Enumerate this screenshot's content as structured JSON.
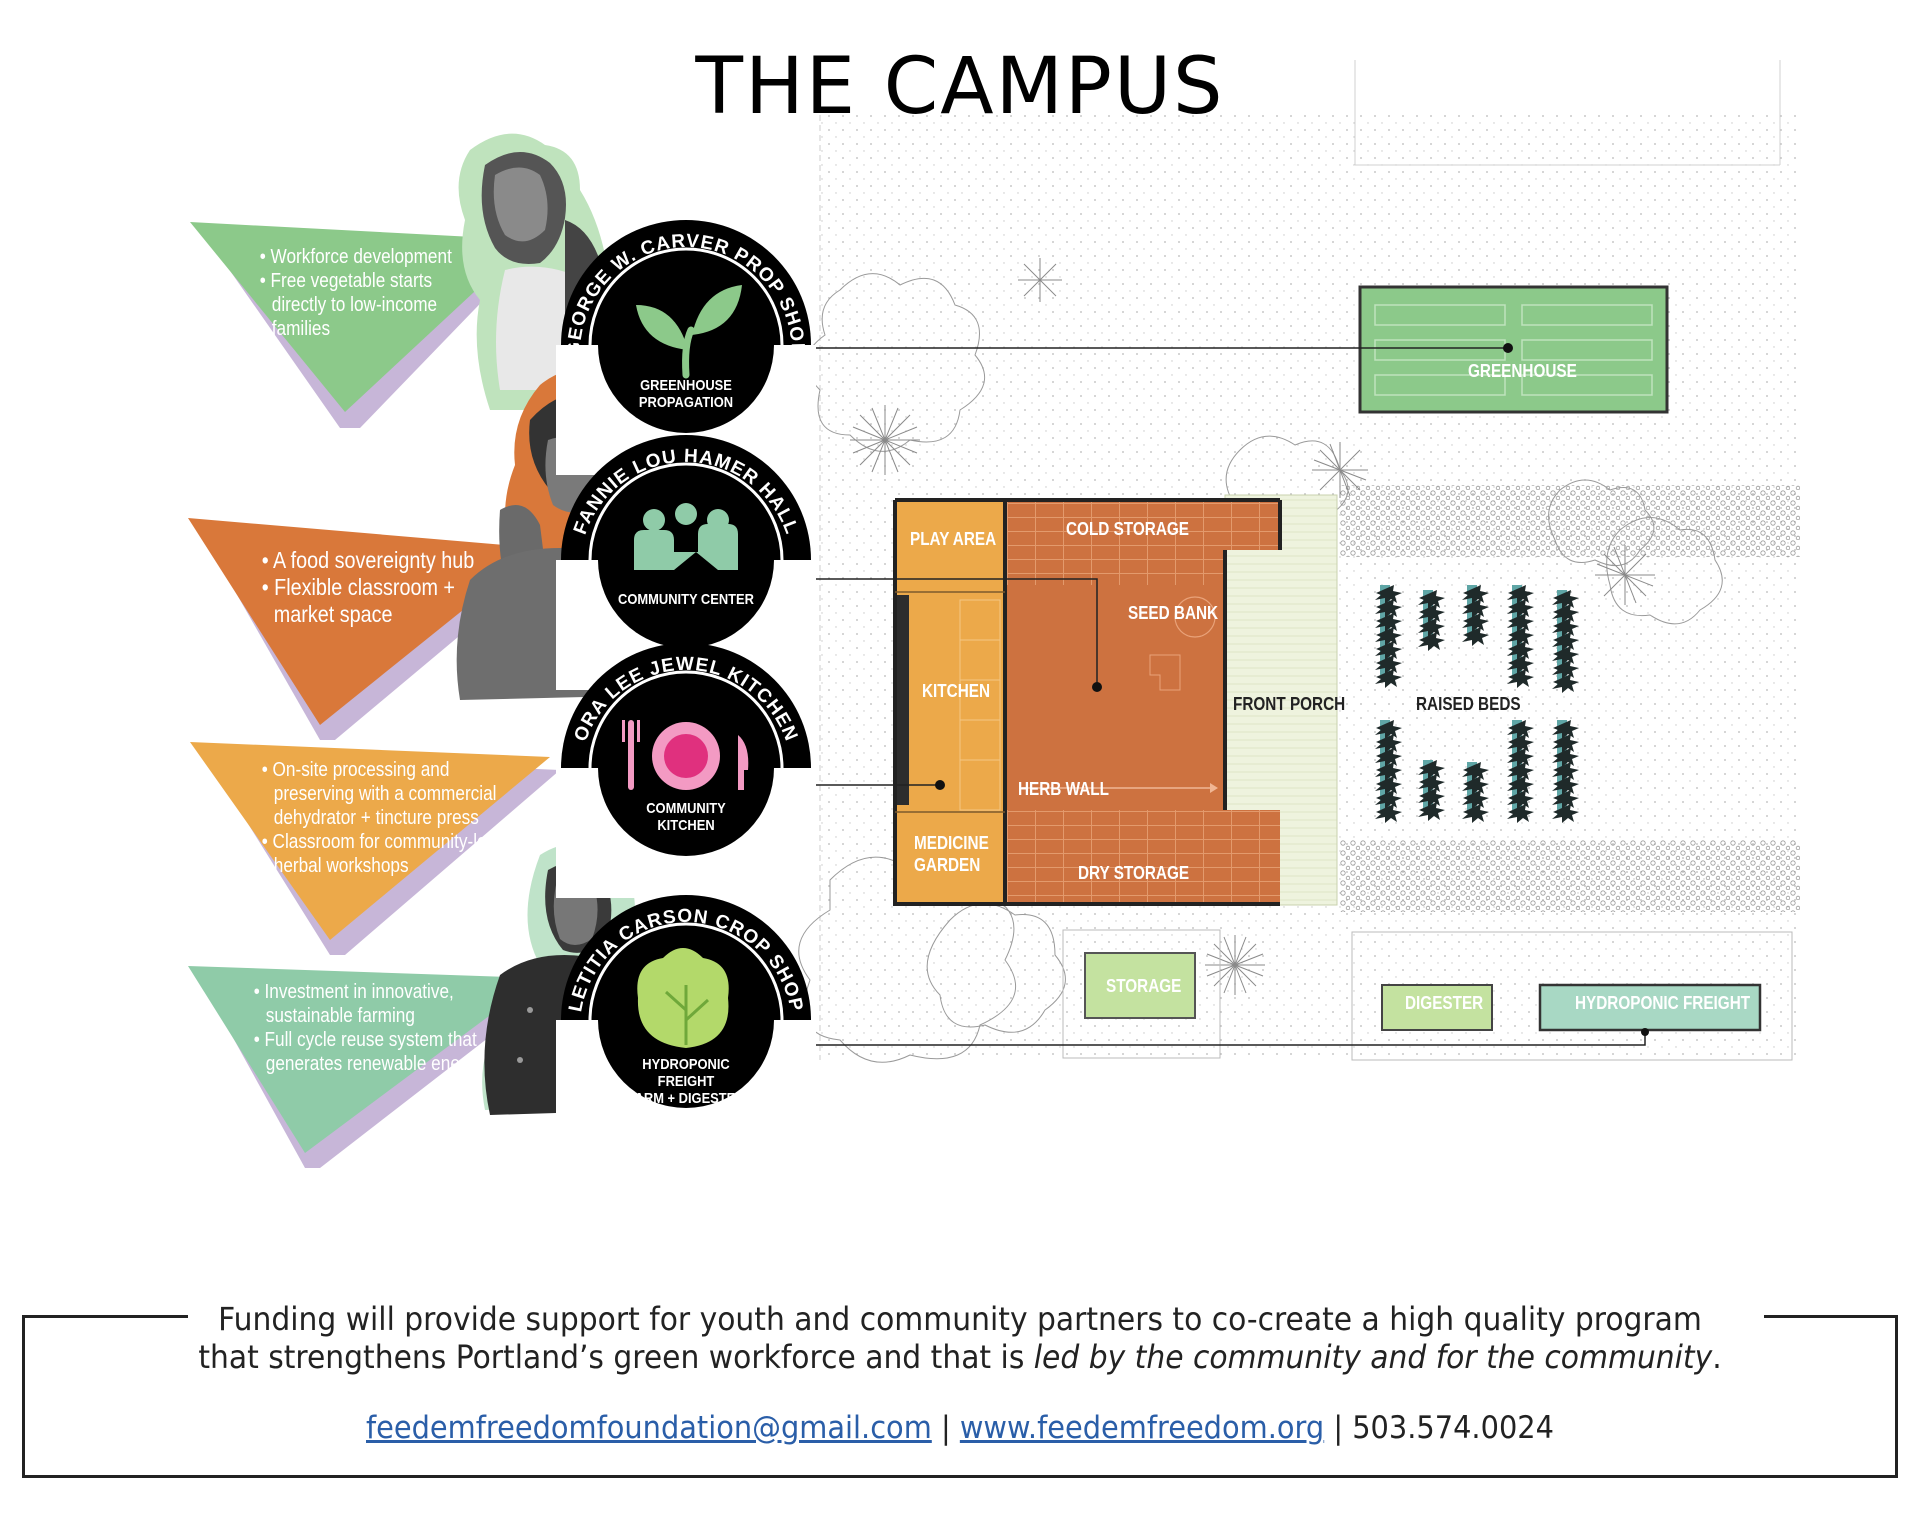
{
  "title": "THE CAMPUS",
  "panels": [
    {
      "arc_title": "GEORGE W. CARVER PROP SHOP",
      "badge_label_lines": [
        "GREENHOUSE",
        "PROPAGATION"
      ],
      "icon": "seedling-icon",
      "bullets": [
        "Workforce development",
        "Free vegetable starts directly to low-income families"
      ]
    },
    {
      "arc_title": "FANNIE LOU HAMER HALL",
      "badge_label_lines": [
        "COMMUNITY CENTER"
      ],
      "icon": "people-icon",
      "bullets": [
        "A food sovereignty hub",
        "Flexible classroom + market space"
      ]
    },
    {
      "arc_title": "ORA LEE JEWEL KITCHEN",
      "badge_label_lines": [
        "COMMUNITY KITCHEN"
      ],
      "icon": "plate-fork-knife-icon",
      "bullets": [
        "On-site processing and preserving with a commercial dehydrator + tincture press",
        "Classroom for community-led herbal workshops"
      ]
    },
    {
      "arc_title": "LETITIA CARSON CROP SHOP",
      "badge_label_lines": [
        "HYDROPONIC FREIGHT",
        "FARM + DIGESTER"
      ],
      "icon": "lettuce-icon",
      "bullets": [
        "Investment in innovative, sustainable farming",
        "Full cycle reuse system that generates renewable energy"
      ]
    }
  ],
  "plan_labels": {
    "greenhouse": "GREENHOUSE",
    "play_area": "PLAY AREA",
    "cold_storage": "COLD STORAGE",
    "seed_bank": "SEED BANK",
    "kitchen": "KITCHEN",
    "front_porch": "FRONT PORCH",
    "raised_beds": "RAISED BEDS",
    "herb_wall": "HERB WALL",
    "medicine_garden_1": "MEDICINE",
    "medicine_garden_2": "GARDEN",
    "dry_storage": "DRY STORAGE",
    "storage": "STORAGE",
    "digester": "DIGESTER",
    "hydroponic_freight": "HYDROPONIC FREIGHT"
  },
  "footer": {
    "line1": "Funding will provide support for youth and community partners to co-create a high quality program",
    "line2_plain": "that strengthens Portland’s green workforce and that is ",
    "line2_italic": "led by the community and for the community",
    "line2_end": ".",
    "email": "feedemfreedomfoundation@gmail.com",
    "separator": " | ",
    "website": "www.feedemfreedom.org",
    "phone": "503.574.0024"
  },
  "colors": {
    "green": "#8cc98a",
    "orange": "#d9783a",
    "yellow_orange": "#eca94a",
    "teal": "#8fcba8",
    "lilac": "#c7b6d8",
    "brick": "#cd7240",
    "light_green": "#c4e2a0",
    "pale_porch": "#eef3de",
    "badge_black": "#000000",
    "pink": "#e6509a"
  }
}
